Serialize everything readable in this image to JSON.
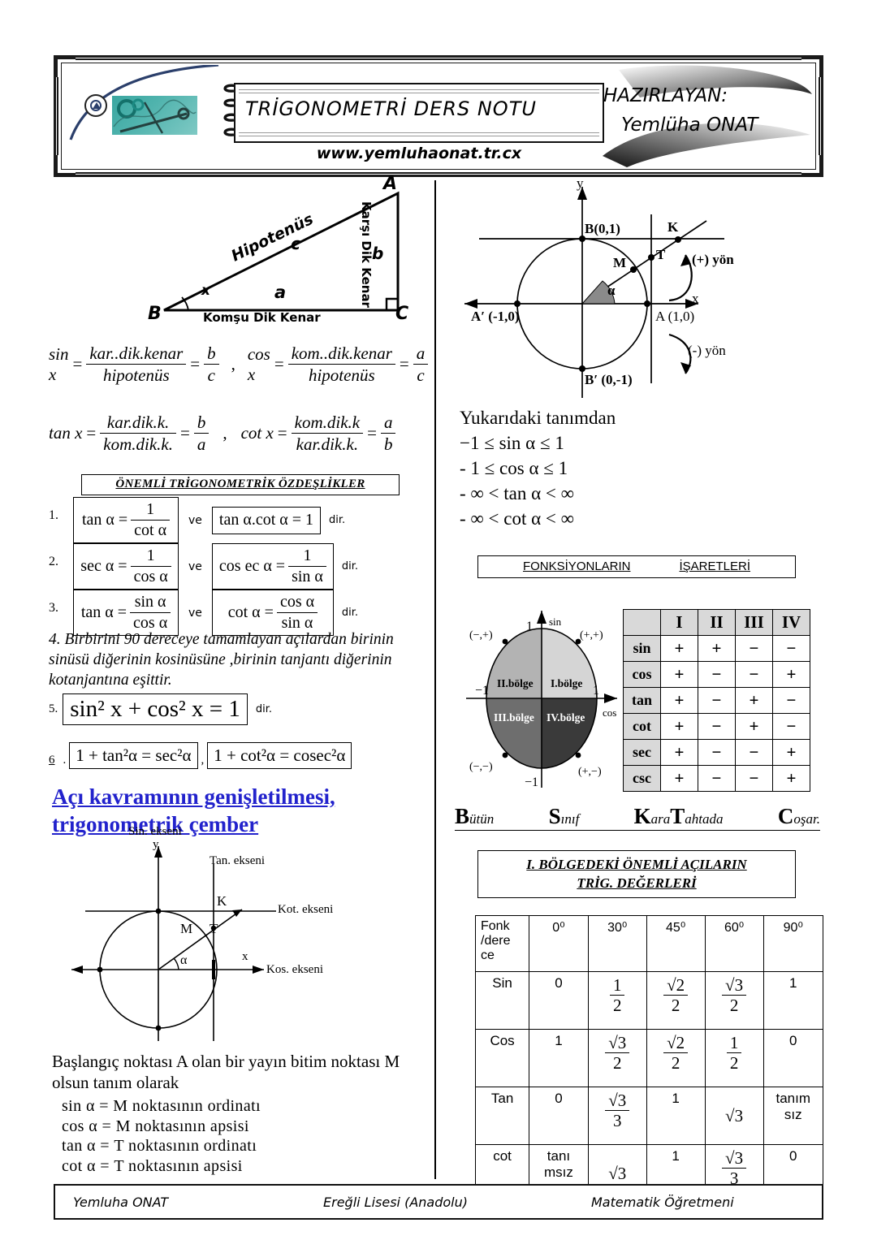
{
  "header": {
    "title": "TRİGONOMETRİ DERS NOTU",
    "website": "www.yemluhaonat.tr.cx",
    "prepared_by_label": "HAZIRLAYAN:",
    "prepared_by_name": "Yemlüha ONAT"
  },
  "triangle": {
    "vertex_a": "A",
    "vertex_b": "B",
    "vertex_c": "C",
    "hypotenuse_label": "Hipotenüs",
    "side_c": "c",
    "side_b": "b",
    "side_a": "a",
    "angle_x": "x",
    "adjacent_label": "Komşu Dik Kenar",
    "opposite_label": "Karşı Dik Kenar"
  },
  "ratios": {
    "sin": {
      "name": "sin x",
      "num": "kar..dik.kenar",
      "den": "hipotenüs",
      "eq_num": "b",
      "eq_den": "c"
    },
    "cos": {
      "name": "cos x",
      "num": "kom..dik.kenar",
      "den": "hipotenüs",
      "eq_num": "a",
      "eq_den": "c"
    },
    "tan": {
      "name": "tan x",
      "num": "kar.dik.k.",
      "den": "kom.dik.k.",
      "eq_num": "b",
      "eq_den": "a"
    },
    "cot": {
      "name": "cot x",
      "num": "kom.dik.k",
      "den": "kar.dik.k.",
      "eq_num": "a",
      "eq_den": "b"
    },
    "comma": ","
  },
  "identities": {
    "title": "ÖNEMLİ TRİGONOMETRİK  ÖZDEŞLİKLER",
    "ve": "ve",
    "dir": "dir.",
    "rows": [
      {
        "num": "1.",
        "left_lhs": "tan α =",
        "left_num": "1",
        "left_den": "cot α",
        "right": "tan α.cot α = 1",
        "right_is_fraction": false
      },
      {
        "num": "2.",
        "left_lhs": "sec α =",
        "left_num": "1",
        "left_den": "cos α",
        "right_lhs": "cos ec α =",
        "right_num": "1",
        "right_den": "sin α",
        "right_is_fraction": true
      },
      {
        "num": "3.",
        "left_lhs": "tan α =",
        "left_num": "sin α",
        "left_den": "cos α",
        "right_lhs": "cot α =",
        "right_num": "cos α",
        "right_den": "sin α",
        "right_is_fraction": true
      }
    ],
    "item4": "4.  Birbirini 90 dereceye tamamlayan açılardan birinin sinüsü diğerinin kosinüsüne ,birinin tanjantı diğerinin kotanjantına eşittir.",
    "item5_num": "5.",
    "item5_formula": "sin² x + cos² x = 1",
    "item6_num": "6",
    "item6_dot": ".",
    "item6_first": "1 + tan²α = sec²α",
    "item6_second": "1 + cot²α = cosec²α",
    "item6_comma": ","
  },
  "blue_heading": {
    "line1": "Açı kavramının genişletilmesi,",
    "line2": "trigonometrik çember"
  },
  "left_circle": {
    "sin_axis": "Sin. ekseni",
    "tan_axis": "Tan. ekseni",
    "kot_axis": "Kot. ekseni",
    "kos_axis": "Kos. ekseni",
    "y": "y",
    "x": "x",
    "point_k": "K",
    "point_m": "M",
    "point_t": "T",
    "alpha": "α"
  },
  "definition": {
    "intro": "Başlangıç noktası A olan bir yayın bitim noktası M olsun tanım olarak",
    "lines": [
      "sin α = M noktasının ordinatı",
      "cos α = M noktasının apsisi",
      "tan α = T noktasının ordinatı",
      "cot α = T noktasının apsisi"
    ]
  },
  "right_circle": {
    "y": "y",
    "x": "x",
    "point_b": "B(0,1)",
    "point_b_prime": "B′ (0,-1)",
    "point_a": "A (1,0)",
    "point_a_prime": "A′ (-1,0)",
    "point_k": "K",
    "point_m": "M",
    "point_t": "T",
    "alpha": "α",
    "positive_dir": "(+) yön",
    "negative_dir": "(-) yön"
  },
  "ranges": {
    "intro": "Yukarıdaki tanımdan",
    "lines": [
      "−1 ≤ sin α ≤ 1",
      "- 1 ≤ cos α  ≤ 1",
      "- ∞ < tan α < ∞",
      "- ∞ < cot α < ∞"
    ]
  },
  "signs": {
    "title_left": "FONKSİYONLARIN",
    "title_right": "İŞARETLERİ",
    "quadrant_diagram": {
      "sin_axis": "sin",
      "cos_axis": "cos",
      "one": "1",
      "minus_one": "−1",
      "q1": "I.bölge",
      "q2": "II.bölge",
      "q3": "III.bölge",
      "q4": "IV.bölge",
      "s1": "(+,+)",
      "s2": "(−,+)",
      "s3": "(−,−)",
      "s4": "(+,−)"
    },
    "table": {
      "columns": [
        "",
        "I",
        "II",
        "III",
        "IV"
      ],
      "rows": [
        {
          "fn": "sin",
          "values": [
            "+",
            "+",
            "−",
            "−"
          ]
        },
        {
          "fn": "cos",
          "values": [
            "+",
            "−",
            "−",
            "+"
          ]
        },
        {
          "fn": "tan",
          "values": [
            "+",
            "−",
            "+",
            "−"
          ]
        },
        {
          "fn": "cot",
          "values": [
            "+",
            "−",
            "+",
            "−"
          ]
        },
        {
          "fn": "sec",
          "values": [
            "+",
            "−",
            "−",
            "+"
          ]
        },
        {
          "fn": "csc",
          "values": [
            "+",
            "−",
            "−",
            "+"
          ]
        }
      ]
    },
    "mnemonic": [
      {
        "cap": "B",
        "rest": "ütün"
      },
      {
        "cap": "S",
        "rest": "ınıf"
      },
      {
        "cap": "K",
        "rest": "ara"
      },
      {
        "cap": "T",
        "rest": "ahtada"
      },
      {
        "cap": "C",
        "rest": "oşar."
      }
    ]
  },
  "values_table": {
    "title_line1": "I. BÖLGEDEKİ ÖNEMLİ AÇILARIN",
    "title_line2": "TRİG. DEĞERLERİ",
    "header": [
      "Fonk /dere ce",
      "0⁰",
      "30⁰",
      "45⁰",
      "60⁰",
      "90⁰"
    ],
    "rows": [
      {
        "fn": "Sin",
        "cells": [
          {
            "t": "plain",
            "v": "0"
          },
          {
            "t": "frac",
            "n": "1",
            "d": "2"
          },
          {
            "t": "frac",
            "n": "√2",
            "d": "2"
          },
          {
            "t": "frac",
            "n": "√3",
            "d": "2"
          },
          {
            "t": "plain",
            "v": "1"
          }
        ]
      },
      {
        "fn": "Cos",
        "cells": [
          {
            "t": "plain",
            "v": "1"
          },
          {
            "t": "frac",
            "n": "√3",
            "d": "2"
          },
          {
            "t": "frac",
            "n": "√2",
            "d": "2"
          },
          {
            "t": "frac",
            "n": "1",
            "d": "2"
          },
          {
            "t": "plain",
            "v": "0"
          }
        ]
      },
      {
        "fn": "Tan",
        "cells": [
          {
            "t": "plain",
            "v": "0"
          },
          {
            "t": "frac",
            "n": "√3",
            "d": "3"
          },
          {
            "t": "plain",
            "v": "1"
          },
          {
            "t": "root",
            "v": "√3"
          },
          {
            "t": "plain",
            "v": "tanım sız"
          }
        ]
      },
      {
        "fn": "cot",
        "cells": [
          {
            "t": "plain",
            "v": "tanı msız"
          },
          {
            "t": "root",
            "v": "√3"
          },
          {
            "t": "plain",
            "v": "1"
          },
          {
            "t": "frac",
            "n": "√3",
            "d": "3"
          },
          {
            "t": "plain",
            "v": "0"
          }
        ]
      }
    ]
  },
  "footer": {
    "name": "Yemluha ONAT",
    "school": "Ereğli  Lisesi (Anadolu)",
    "role": "Matematik   Öğretmeni"
  }
}
